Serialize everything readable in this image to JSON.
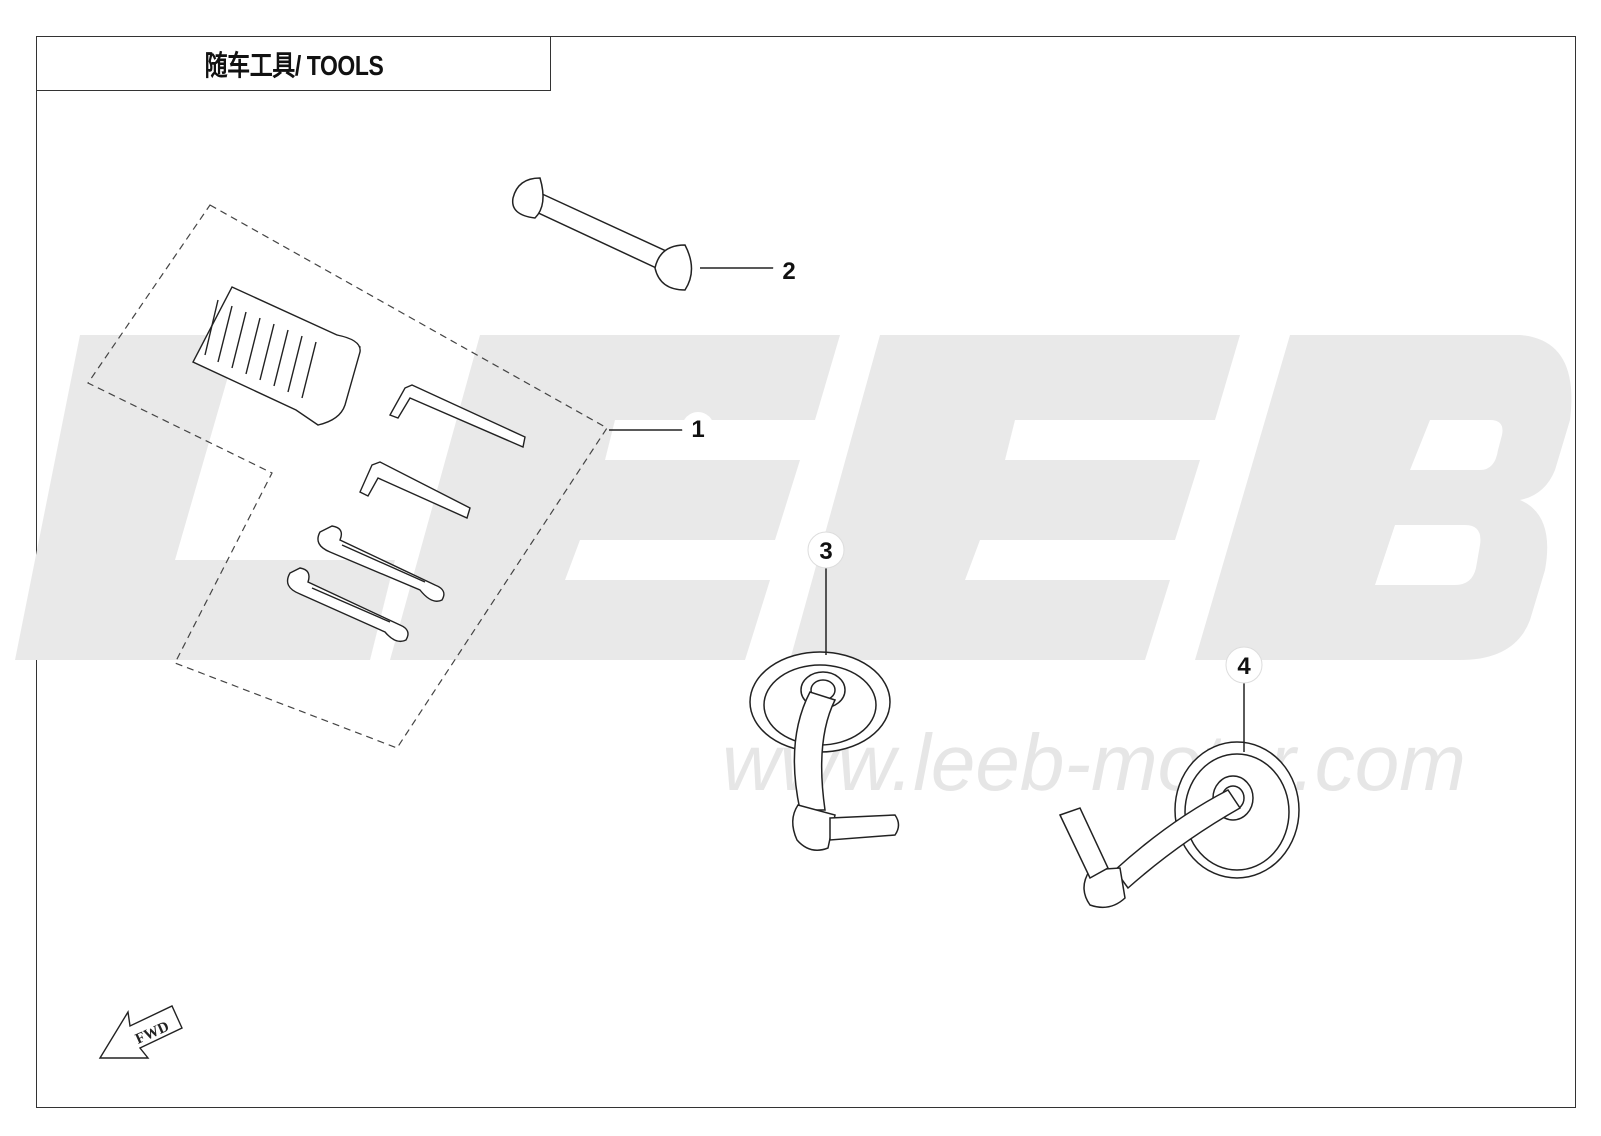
{
  "title": "随车工具/ TOOLS",
  "watermark": {
    "brand": "LEEB",
    "url": "www.leeb-motor.com",
    "color": "#e8e8e8"
  },
  "callouts": [
    {
      "number": "1",
      "part": "tool-kit"
    },
    {
      "number": "2",
      "part": "spark-plug-wrench-bar"
    },
    {
      "number": "3",
      "part": "left-mirror"
    },
    {
      "number": "4",
      "part": "right-mirror"
    }
  ],
  "fwd_indicator": "FWD",
  "colors": {
    "line": "#222222",
    "frame": "#333333"
  }
}
